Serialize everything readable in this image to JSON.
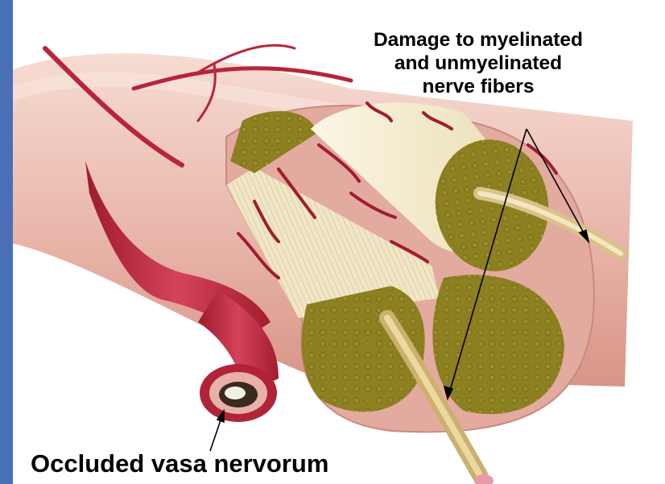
{
  "labels": {
    "nerve_fibers": [
      "Damage to myelinated",
      "and unmyelinated",
      "nerve fibers"
    ],
    "vasa_nervorum": "Occluded vasa nervorum"
  },
  "colors": {
    "slide_background": "#4a6fb5",
    "epineurium": "#e8b3a8",
    "fascicle": "#8c8020",
    "vessel": "#c0283c",
    "axon": "#e9d08a"
  }
}
